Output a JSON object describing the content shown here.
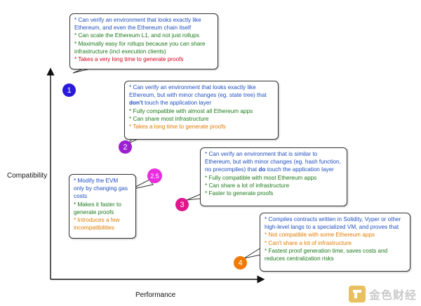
{
  "axes": {
    "x_label": "Performance",
    "y_label": "Compatibility"
  },
  "points": [
    {
      "label": "1",
      "color": "#2a1adb",
      "lines": [
        {
          "text": "* Can verify an environment that looks exactly like",
          "color": "blue"
        },
        {
          "text": "Ethereum, and even the Ethereum chain itself",
          "color": "blue"
        },
        {
          "text": "* Can scale the Ethereum L1, and not just rollups",
          "color": "green"
        },
        {
          "text": "* Maximally easy for rollups because you can share",
          "color": "green"
        },
        {
          "text": "infrastructure (incl execution clients)",
          "color": "green"
        },
        {
          "text": "* Takes a very long time to generate proofs",
          "color": "red"
        }
      ]
    },
    {
      "label": "2",
      "color": "#9b1fd1",
      "lines": [
        {
          "text": "* Can verify an environment that looks exactly like",
          "color": "blue"
        },
        {
          "text": "Ethereum, but with minor changes (eg. state tree) that",
          "color": "blue"
        },
        {
          "text_bold": "don't",
          "text": " touch the application layer",
          "color": "blue"
        },
        {
          "text": "* Fully compatible with almost all Ethereum apps",
          "color": "green"
        },
        {
          "text": "* Can share most infrastructure",
          "color": "green"
        },
        {
          "text": "* Takes a long time to generate proofs",
          "color": "orange"
        }
      ]
    },
    {
      "label": "3",
      "color": "#e0178c",
      "lines": [
        {
          "text": "* Can verify an environment that is similar to",
          "color": "blue"
        },
        {
          "text": "Ethereum, but with minor changes (eg. hash function,",
          "color": "blue"
        },
        {
          "text": "no precompiles) that ",
          "text_bold": "do",
          "text_after": " touch the application layer",
          "color": "blue"
        },
        {
          "text": "* Fully compatible with most Ethereum apps",
          "color": "green"
        },
        {
          "text": "* Can share a lot of infrastructure",
          "color": "green"
        },
        {
          "text": "* Faster to generate proofs",
          "color": "green"
        }
      ]
    },
    {
      "label": "2.5",
      "color": "#e92ce0",
      "lines": [
        {
          "text": "* Modify the EVM",
          "color": "blue"
        },
        {
          "text": "only by changing gas",
          "color": "blue"
        },
        {
          "text": "costs",
          "color": "blue"
        },
        {
          "text": "* Makes it faster to",
          "color": "green"
        },
        {
          "text": "generate proofs",
          "color": "green"
        },
        {
          "text": "* Introduces a few",
          "color": "orange"
        },
        {
          "text": "incompatibilities",
          "color": "orange"
        }
      ]
    },
    {
      "label": "4",
      "color": "#f07a00",
      "lines": [
        {
          "text": "* Compiles contracts written in Solidity, Vyper or other",
          "color": "blue"
        },
        {
          "text": "high-level langs to a specialized VM, and proves that",
          "color": "blue"
        },
        {
          "text": "* Not compatible with some Ethereum apps",
          "color": "orange"
        },
        {
          "text": "* Can't share a lot of infrastructure",
          "color": "orange"
        },
        {
          "text": "* Fastest proof generation time, saves costs and",
          "color": "green"
        },
        {
          "text": "reduces centralization risks",
          "color": "green"
        }
      ]
    }
  ],
  "watermark": {
    "text": "金色财经"
  }
}
